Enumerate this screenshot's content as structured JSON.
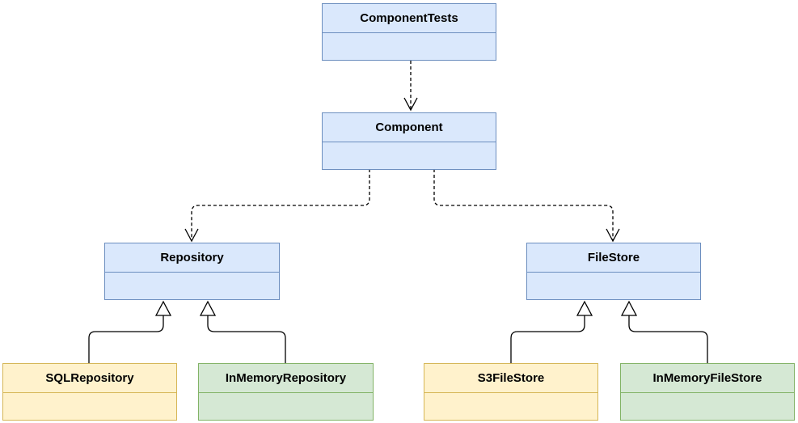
{
  "classes": {
    "component_tests": {
      "name": "ComponentTests"
    },
    "component": {
      "name": "Component"
    },
    "repository": {
      "name": "Repository"
    },
    "file_store": {
      "name": "FileStore"
    },
    "sql_repository": {
      "name": "SQLRepository"
    },
    "in_memory_repository": {
      "name": "InMemoryRepository"
    },
    "s3_file_store": {
      "name": "S3FileStore"
    },
    "in_memory_file_store": {
      "name": "InMemoryFileStore"
    }
  },
  "relationships": [
    {
      "type": "dependency",
      "from": "ComponentTests",
      "to": "Component"
    },
    {
      "type": "dependency",
      "from": "Component",
      "to": "Repository"
    },
    {
      "type": "dependency",
      "from": "Component",
      "to": "FileStore"
    },
    {
      "type": "realization",
      "from": "SQLRepository",
      "to": "Repository"
    },
    {
      "type": "realization",
      "from": "InMemoryRepository",
      "to": "Repository"
    },
    {
      "type": "realization",
      "from": "S3FileStore",
      "to": "FileStore"
    },
    {
      "type": "realization",
      "from": "InMemoryFileStore",
      "to": "FileStore"
    }
  ],
  "colors": {
    "interface_fill": "#dae8fc",
    "interface_stroke": "#6c8ebf",
    "sql_fill": "#fff2cc",
    "sql_stroke": "#d6b656",
    "memory_fill": "#d5e8d4",
    "memory_stroke": "#82b366"
  }
}
